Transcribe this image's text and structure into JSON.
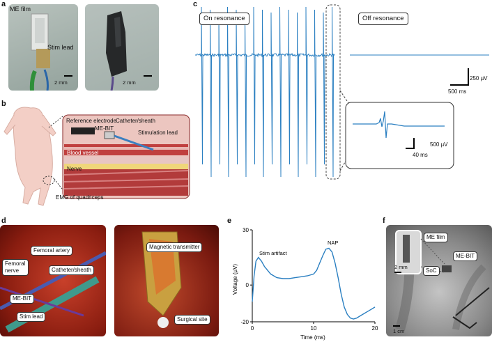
{
  "panels": {
    "a": {
      "label": "a",
      "left_photo": {
        "film_label": "ME film",
        "lead_label": "Stim lead",
        "scale": "2 mm"
      },
      "right_photo": {
        "scale": "2 mm"
      }
    },
    "b": {
      "label": "b",
      "labels": [
        "Reference electrode",
        "ME-BIT",
        "Catheter/sheath",
        "Stimulation lead",
        "Blood vessel",
        "Nerve",
        "EMG of quadriceps"
      ]
    },
    "c": {
      "label": "c",
      "on_label": "On resonance",
      "off_label": "Off resonance",
      "scalebar_main": {
        "v": "250 µV",
        "t": "500 ms"
      },
      "scalebar_inset": {
        "v": "500 µV",
        "t": "40 ms"
      }
    },
    "d": {
      "label": "d",
      "left_labels": [
        "Femoral artery",
        "Femoral nerve",
        "Catheter/sheath",
        "ME-BIT",
        "Stim lead"
      ],
      "right_labels": [
        "Magnetic transmitter",
        "Surgical site"
      ]
    },
    "e": {
      "label": "e",
      "ann_artifact": "Stim artifact",
      "ann_nap": "NAP"
    },
    "f": {
      "label": "f",
      "labels": [
        "ME film",
        "ME-BIT",
        "SoC"
      ],
      "scale_inset": "2 mm",
      "scale_main": "1 cm"
    }
  },
  "chart_data": {
    "type": "line",
    "xlabel": "Time (ms)",
    "ylabel": "Voltage (µV)",
    "xlim": [
      0,
      20
    ],
    "ylim": [
      -20,
      30
    ],
    "xticks": [
      0,
      10,
      20
    ],
    "yticks": [
      30,
      0,
      -20
    ],
    "series": [
      {
        "x": [
          0,
          0.3,
          0.6,
          1.0,
          1.5,
          2,
          3,
          4,
          5,
          6,
          7,
          8,
          9,
          10,
          10.5,
          11,
          11.5,
          12,
          12.5,
          13,
          13.5,
          14,
          14.5,
          15,
          15.5,
          16,
          16.5,
          17,
          18,
          19,
          20
        ],
        "values": [
          -9,
          5,
          13,
          15,
          13,
          10,
          6,
          4,
          3.5,
          3.5,
          4,
          4.5,
          5,
          6,
          8,
          12,
          16,
          19.5,
          20,
          18,
          12,
          4,
          -5,
          -12,
          -16,
          -18,
          -18.5,
          -18,
          -16,
          -14,
          -12
        ]
      }
    ]
  }
}
